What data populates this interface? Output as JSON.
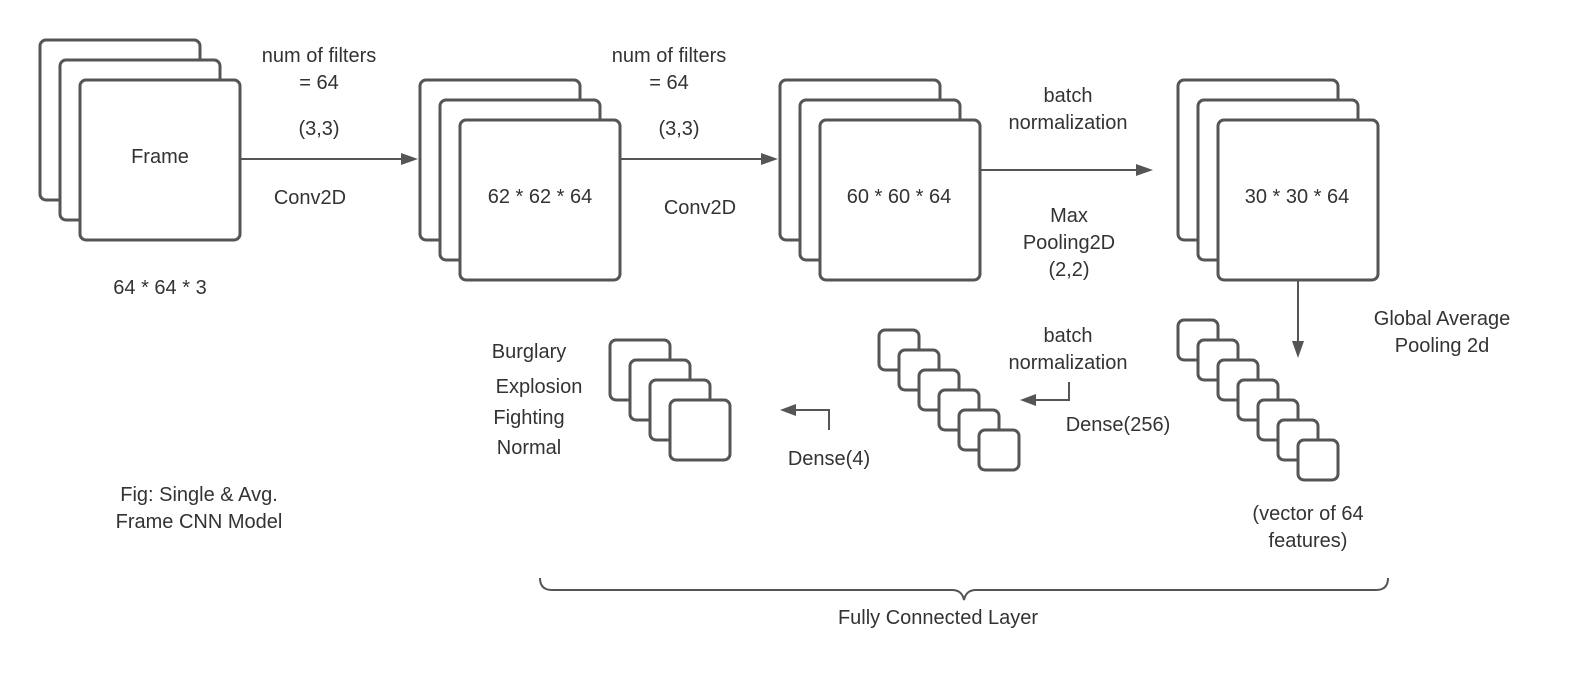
{
  "diagram": {
    "caption": [
      "Fig: Single & Avg.",
      "Frame CNN Model"
    ],
    "input": {
      "label": "Frame",
      "size": "64 * 64 * 3"
    },
    "conv1": {
      "filters": [
        "num of filters",
        "= 64"
      ],
      "kernel": "(3,3)",
      "op": "Conv2D",
      "output": "62 * 62 * 64"
    },
    "conv2": {
      "filters": [
        "num of filters",
        "= 64"
      ],
      "kernel": "(3,3)",
      "op": "Conv2D",
      "output": "60 * 60 * 64"
    },
    "pool": {
      "norm": [
        "batch",
        "normalization"
      ],
      "op": [
        "Max",
        "Pooling2D",
        "(2,2)"
      ],
      "output": "30 * 30 * 64"
    },
    "gap": {
      "op": [
        "Global Average",
        "Pooling 2d"
      ],
      "output": [
        "(vector of 64",
        "features)"
      ]
    },
    "dense256": {
      "norm": [
        "batch",
        "normalization"
      ],
      "op": "Dense(256)"
    },
    "dense4": {
      "op": "Dense(4)"
    },
    "classes": [
      "Burglary",
      "Explosion",
      "Fighting",
      "Normal"
    ],
    "fc_label": "Fully Connected Layer",
    "colors": {
      "stroke": "#555555",
      "text": "#333333",
      "background": "#ffffff"
    }
  }
}
